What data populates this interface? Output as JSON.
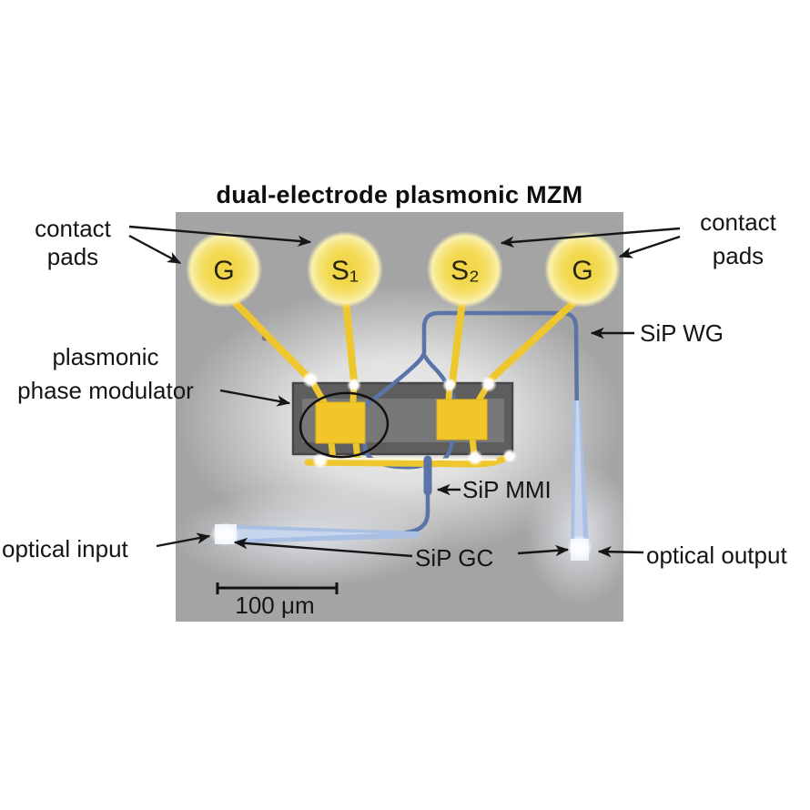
{
  "title": "dual-electrode plasmonic MZM",
  "annotations": {
    "contact_pads_left": {
      "line1": "contact",
      "line2": "pads"
    },
    "contact_pads_right": {
      "line1": "contact",
      "line2": "pads"
    },
    "phase_modulator": {
      "line1": "plasmonic",
      "line2": "phase modulator"
    },
    "sip_wg": "SiP WG",
    "sip_mmi": "SiP MMI",
    "sip_gc": "SiP GC",
    "optical_input": "optical input",
    "optical_output": "optical output"
  },
  "pads": {
    "g_left": "G",
    "s1": "S₁",
    "s2": "S₂",
    "g_right": "G"
  },
  "scale_bar": {
    "label": "100 μm"
  },
  "colors": {
    "pad_yellow": "#f3d94e",
    "trace_yellow": "#eec62e",
    "waveguide_blue": "#5b74a8",
    "grating_coupler_blue": "#a9bfe3",
    "chip_dark_gray": "#5e5e5e",
    "micrograph_gray": "#a4a4a4",
    "annotation_black": "#161616"
  }
}
